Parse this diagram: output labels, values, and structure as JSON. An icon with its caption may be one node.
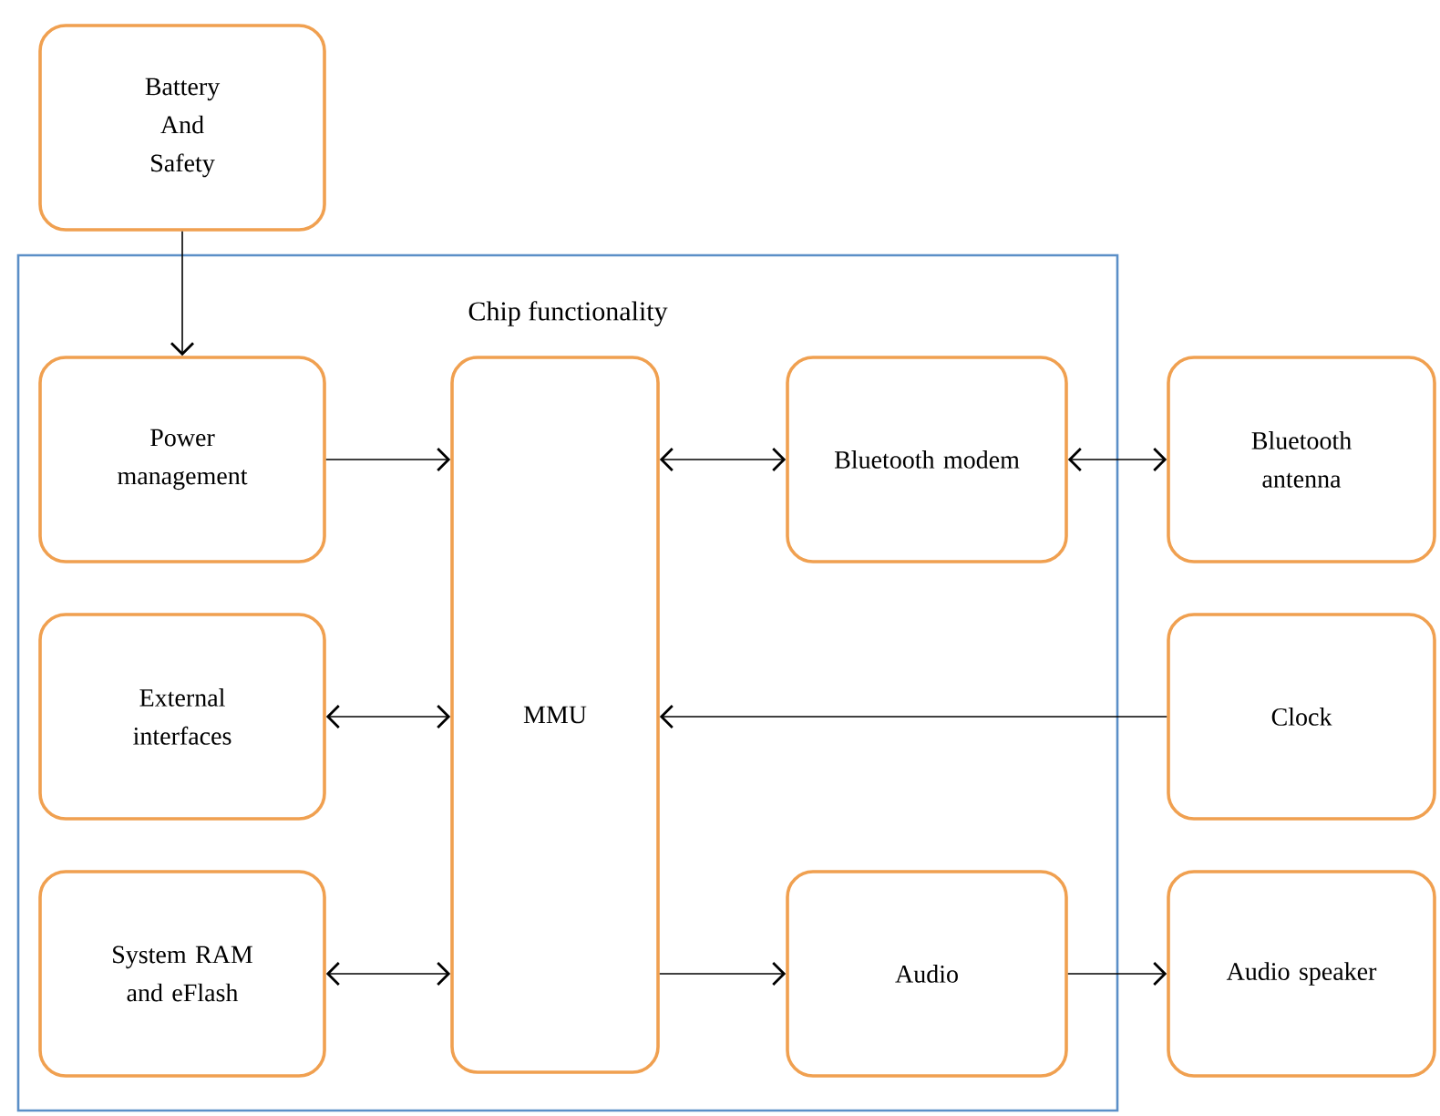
{
  "diagram": {
    "nodes": [
      {
        "text": [
          "Battery And Safety"
        ]
      },
      {
        "text": [
          "Chip functionality"
        ]
      },
      {
        "text": [
          "Power management"
        ],
        "in": 1
      },
      {
        "text": [
          "MMU"
        ],
        "in": 1
      },
      {
        "text": [
          "Bluetooth modem"
        ],
        "in": 1
      },
      {
        "text": [
          "External interfaces"
        ],
        "in": 1
      },
      {
        "text": [
          "System RAM and eFlash"
        ],
        "in": 1
      },
      {
        "text": [
          "Audio"
        ],
        "in": 1
      },
      {
        "text": [
          "Bluetooth antenna"
        ]
      },
      {
        "text": [
          "Clock"
        ]
      },
      {
        "text": [
          "Audio speaker"
        ]
      }
    ],
    "edges": [
      {
        "from": 0,
        "to": 2,
        "arrow": "to"
      },
      {
        "from": 2,
        "to": 3,
        "arrow": "to"
      },
      {
        "from": 3,
        "to": 4,
        "arrow": "both"
      },
      {
        "from": 4,
        "to": 8,
        "arrow": "both"
      },
      {
        "from": 5,
        "to": 3,
        "arrow": "both"
      },
      {
        "from": 9,
        "to": 3,
        "arrow": "to"
      },
      {
        "from": 6,
        "to": 3,
        "arrow": "both"
      },
      {
        "from": 3,
        "to": 7,
        "arrow": "to"
      },
      {
        "from": 7,
        "to": 10,
        "arrow": "to"
      }
    ]
  }
}
